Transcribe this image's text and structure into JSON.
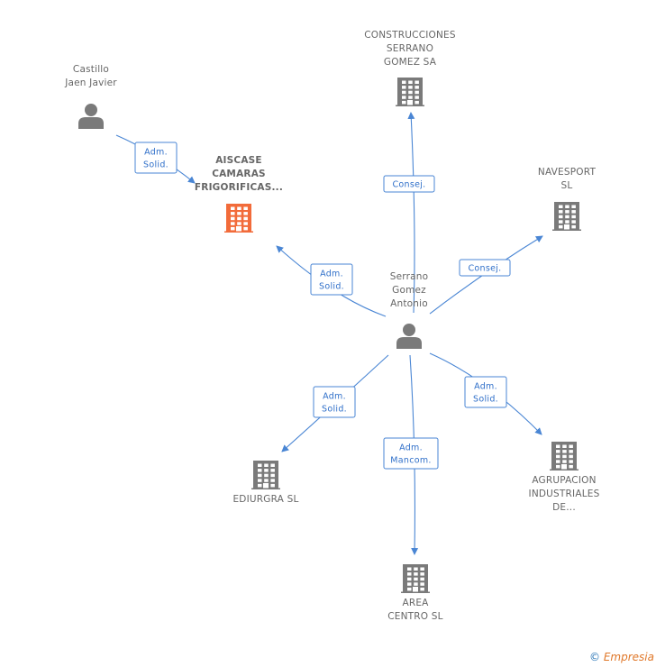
{
  "colors": {
    "focus_company": "#f26b3a",
    "company": "#7a7a7a",
    "person": "#7a7a7a",
    "edge": "#4a86d4",
    "edge_text": "#2f6fc9"
  },
  "nodes": [
    {
      "id": "castillo",
      "type": "person",
      "icon": "person-icon",
      "label_lines": [
        "Castillo",
        "Jaen Javier"
      ]
    },
    {
      "id": "aiscase",
      "type": "company",
      "focus": true,
      "icon": "building-icon",
      "label_lines": [
        "AISCASE",
        "CAMARAS",
        "FRIGORIFICAS..."
      ]
    },
    {
      "id": "construcciones",
      "type": "company",
      "icon": "building-icon",
      "label_lines": [
        "CONSTRUCCIONES",
        "SERRANO",
        "GOMEZ SA"
      ]
    },
    {
      "id": "navesport",
      "type": "company",
      "icon": "building-icon",
      "label_lines": [
        "NAVESPORT",
        "SL"
      ]
    },
    {
      "id": "serrano",
      "type": "person",
      "icon": "person-icon",
      "label_lines": [
        "Serrano",
        "Gomez",
        "Antonio"
      ]
    },
    {
      "id": "ediurgra",
      "type": "company",
      "icon": "building-icon",
      "label_lines": [
        "EDIURGRA SL"
      ]
    },
    {
      "id": "area",
      "type": "company",
      "icon": "building-icon",
      "label_lines": [
        "AREA",
        "CENTRO SL"
      ]
    },
    {
      "id": "agrupacion",
      "type": "company",
      "icon": "building-icon",
      "label_lines": [
        "AGRUPACION",
        "INDUSTRIALES",
        "DE..."
      ]
    }
  ],
  "edges": [
    {
      "from": "castillo",
      "to": "aiscase",
      "label_lines": [
        "Adm.",
        "Solid."
      ]
    },
    {
      "from": "serrano",
      "to": "aiscase",
      "label_lines": [
        "Adm.",
        "Solid."
      ]
    },
    {
      "from": "serrano",
      "to": "construcciones",
      "label_lines": [
        "Consej."
      ]
    },
    {
      "from": "serrano",
      "to": "navesport",
      "label_lines": [
        "Consej."
      ]
    },
    {
      "from": "serrano",
      "to": "ediurgra",
      "label_lines": [
        "Adm.",
        "Solid."
      ]
    },
    {
      "from": "serrano",
      "to": "area",
      "label_lines": [
        "Adm.",
        "Mancom."
      ]
    },
    {
      "from": "serrano",
      "to": "agrupacion",
      "label_lines": [
        "Adm.",
        "Solid."
      ]
    }
  ],
  "credit": {
    "symbol": "©",
    "brand": "Empresia"
  }
}
